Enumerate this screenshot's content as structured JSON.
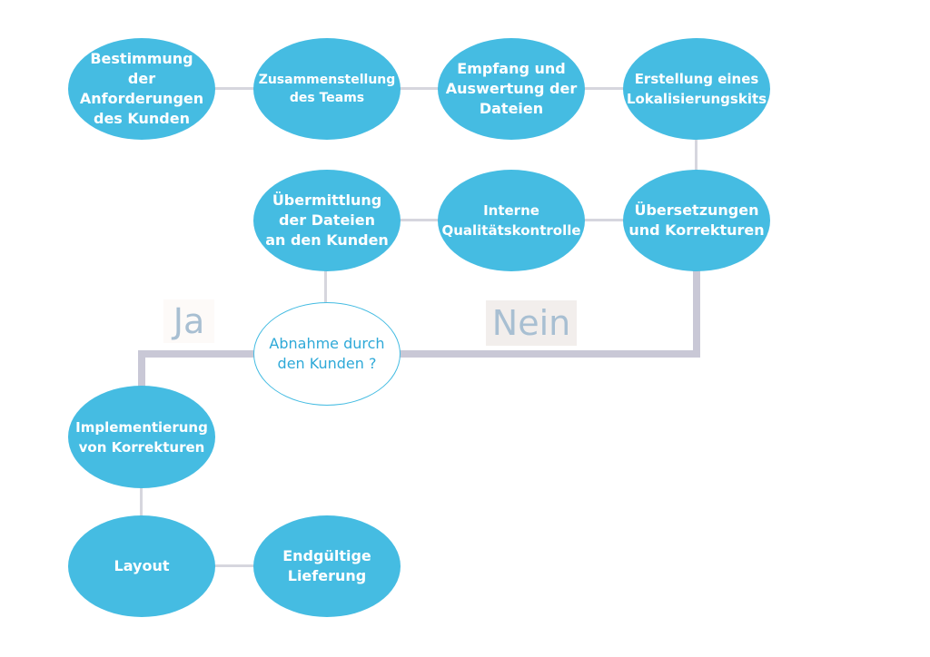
{
  "nodes": {
    "requirements": "Bestimmung\nder\nAnforderungen\ndes Kunden",
    "team": "Zusammenstellung\ndes Teams",
    "files_received": "Empfang und\nAuswertung der\nDateien",
    "kit": "Erstellung eines\nLokalisierungskits",
    "translations": "Übersetzungen\nund Korrekturen",
    "qa": "Interne\nQualitätskontrolle",
    "delivery_to_client": "Übermittlung\nder Dateien\nan den Kunden",
    "acceptance": "Abnahme durch\nden Kunden ?",
    "corrections": "Implementierung\nvon Korrekturen",
    "layout": "Layout",
    "final_delivery": "Endgültige\nLieferung"
  },
  "labels": {
    "yes": "Ja",
    "no": "Nein"
  },
  "colors": {
    "node_fill": "#45bce2",
    "decision_border": "#45bce2",
    "connector": "#d6d6de",
    "branch_label_text": "#a8bfd2"
  }
}
